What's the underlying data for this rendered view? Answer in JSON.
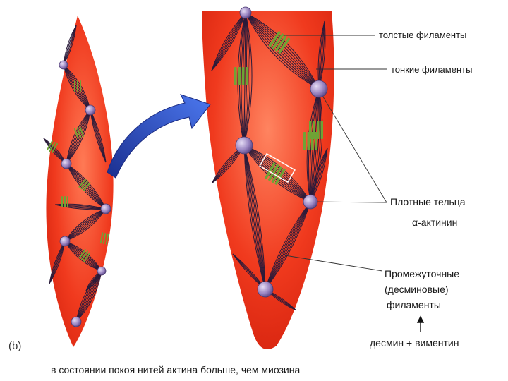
{
  "labels": {
    "thick_filaments": "толстые филаменты",
    "thin_filaments": "тонкие филаменты",
    "dense_bodies": "Плотные тельца",
    "alpha_actinin": "α-актинин",
    "intermediate_line1": "Промежуточные",
    "intermediate_line2": "(десминовые)",
    "intermediate_line3": "филаменты",
    "desmin_vimentin": "десмин + виментин",
    "panel_label": "(b)",
    "caption": "в состоянии покоя нитей актина больше, чем миозина"
  },
  "colors": {
    "cell": "#f03a1e",
    "cell_highlight": "#ff7a55",
    "dense_body": "#9b86c2",
    "myosin": "#6fa335",
    "filament": "#2a1b3a",
    "arrow": "#2d52c8"
  }
}
